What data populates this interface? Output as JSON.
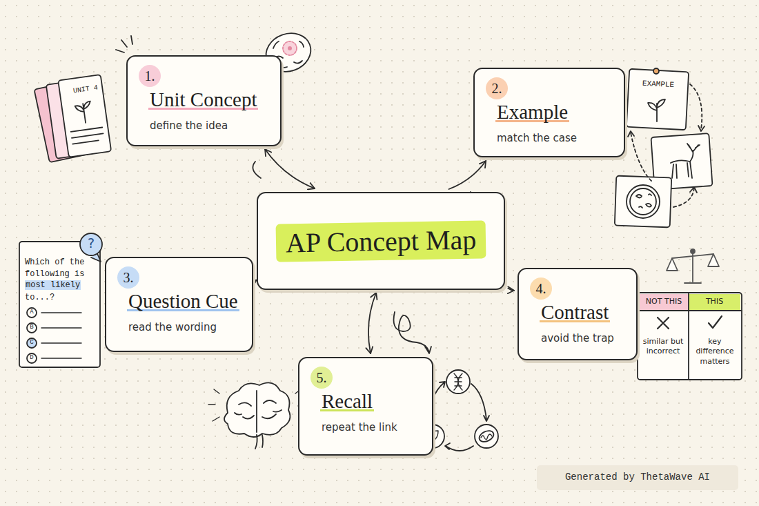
{
  "diagram": {
    "title": "AP Concept Map",
    "nodes": [
      {
        "text": [
          "1.",
          "Unit Concept",
          "define the idea"
        ]
      },
      {
        "text": [
          "2.",
          "Example",
          "match the case"
        ]
      },
      {
        "text": [
          "AP Concept Map"
        ]
      },
      {
        "text": [
          "3.",
          "Question Cue",
          "read the wording"
        ]
      },
      {
        "text": [
          "4.",
          "Contrast",
          "avoid the trap"
        ]
      },
      {
        "text": [
          "5.",
          "Recall",
          "repeat the link"
        ]
      }
    ],
    "edges": [
      {
        "from": 0,
        "to": 2,
        "arrow": "both"
      },
      {
        "from": 2,
        "to": 1,
        "arrow": "to"
      },
      {
        "from": 2,
        "to": 3,
        "arrow": "to"
      },
      {
        "from": 2,
        "to": 4,
        "arrow": "to"
      },
      {
        "from": 2,
        "to": 5,
        "arrow": "both"
      }
    ],
    "labels": [
      "UNIT 4",
      "EXAMPLE",
      "?",
      "Which of the following is",
      "most likely",
      "to...?",
      "A",
      "B",
      "C",
      "D",
      "NOT THIS",
      "THIS",
      "similar but incorrect",
      "key difference matters",
      "Generated by ThetaWave AI"
    ]
  }
}
